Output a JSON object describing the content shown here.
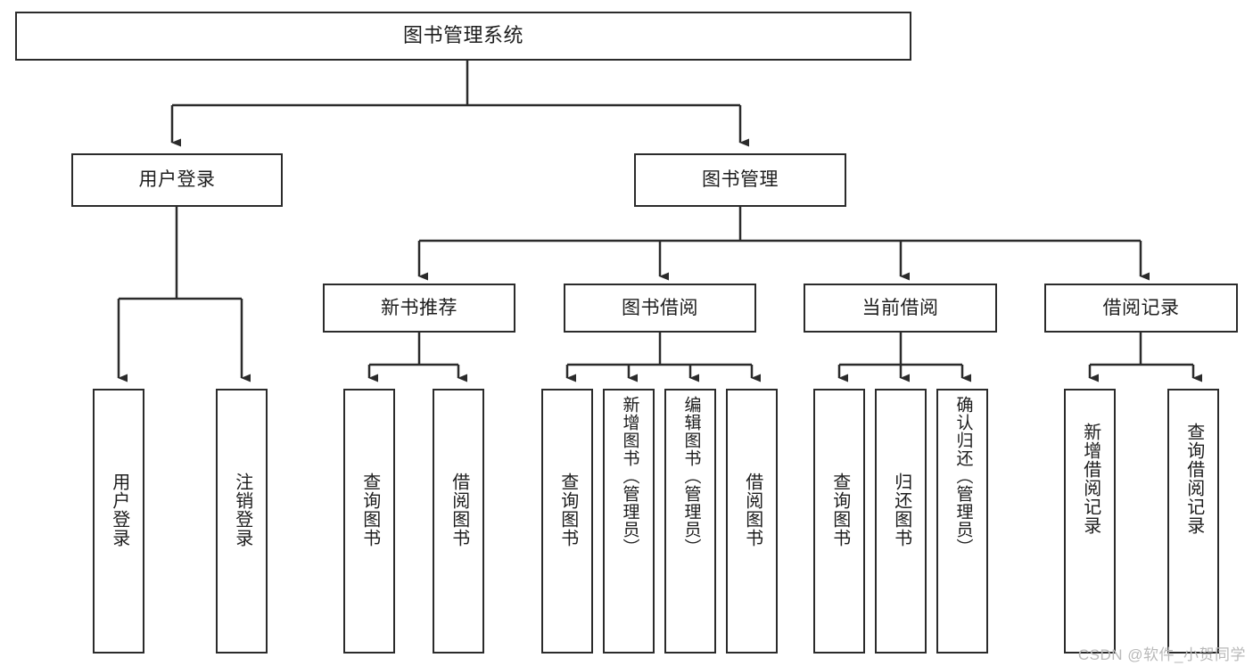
{
  "diagram": {
    "title": "图书管理系统",
    "type": "tree",
    "watermark": "CSDN @软件_小贺同学",
    "colors": {
      "box_border": "#2b2b2b",
      "box_fill": "#ffffff",
      "connector": "#2b2b2b",
      "text": "#1d1d1d",
      "watermark": "#b9b9b9"
    },
    "nodes": {
      "root": {
        "label": "图书管理系统"
      },
      "level2": [
        {
          "id": "user-login",
          "label": "用户登录"
        },
        {
          "id": "book-manage",
          "label": "图书管理"
        }
      ],
      "level3": [
        {
          "id": "new-book-recommend",
          "label": "新书推荐",
          "parent": "book-manage"
        },
        {
          "id": "book-borrow",
          "label": "图书借阅",
          "parent": "book-manage"
        },
        {
          "id": "current-borrow",
          "label": "当前借阅",
          "parent": "book-manage"
        },
        {
          "id": "borrow-record",
          "label": "借阅记录",
          "parent": "book-manage"
        }
      ],
      "leaves": [
        {
          "id": "leaf-user-login",
          "label": "用户登录",
          "parent": "user-login"
        },
        {
          "id": "leaf-logout-login",
          "label": "注销登录",
          "parent": "user-login"
        },
        {
          "id": "leaf-query-book-1",
          "label": "查询图书",
          "parent": "new-book-recommend"
        },
        {
          "id": "leaf-borrow-book-1",
          "label": "借阅图书",
          "parent": "new-book-recommend"
        },
        {
          "id": "leaf-query-book-2",
          "label": "查询图书",
          "parent": "book-borrow"
        },
        {
          "id": "leaf-add-book",
          "label": "新增图书（管理员）",
          "parent": "book-borrow"
        },
        {
          "id": "leaf-edit-book",
          "label": "编辑图书（管理员）",
          "parent": "book-borrow"
        },
        {
          "id": "leaf-borrow-book-2",
          "label": "借阅图书",
          "parent": "book-borrow"
        },
        {
          "id": "leaf-query-book-3",
          "label": "查询图书",
          "parent": "current-borrow"
        },
        {
          "id": "leaf-return-book",
          "label": "归还图书",
          "parent": "current-borrow"
        },
        {
          "id": "leaf-confirm-return",
          "label": "确认归还（管理员）",
          "parent": "current-borrow"
        },
        {
          "id": "leaf-add-record",
          "label": "新增借阅记录",
          "parent": "borrow-record"
        },
        {
          "id": "leaf-query-record",
          "label": "查询借阅记录",
          "parent": "borrow-record"
        }
      ]
    }
  }
}
